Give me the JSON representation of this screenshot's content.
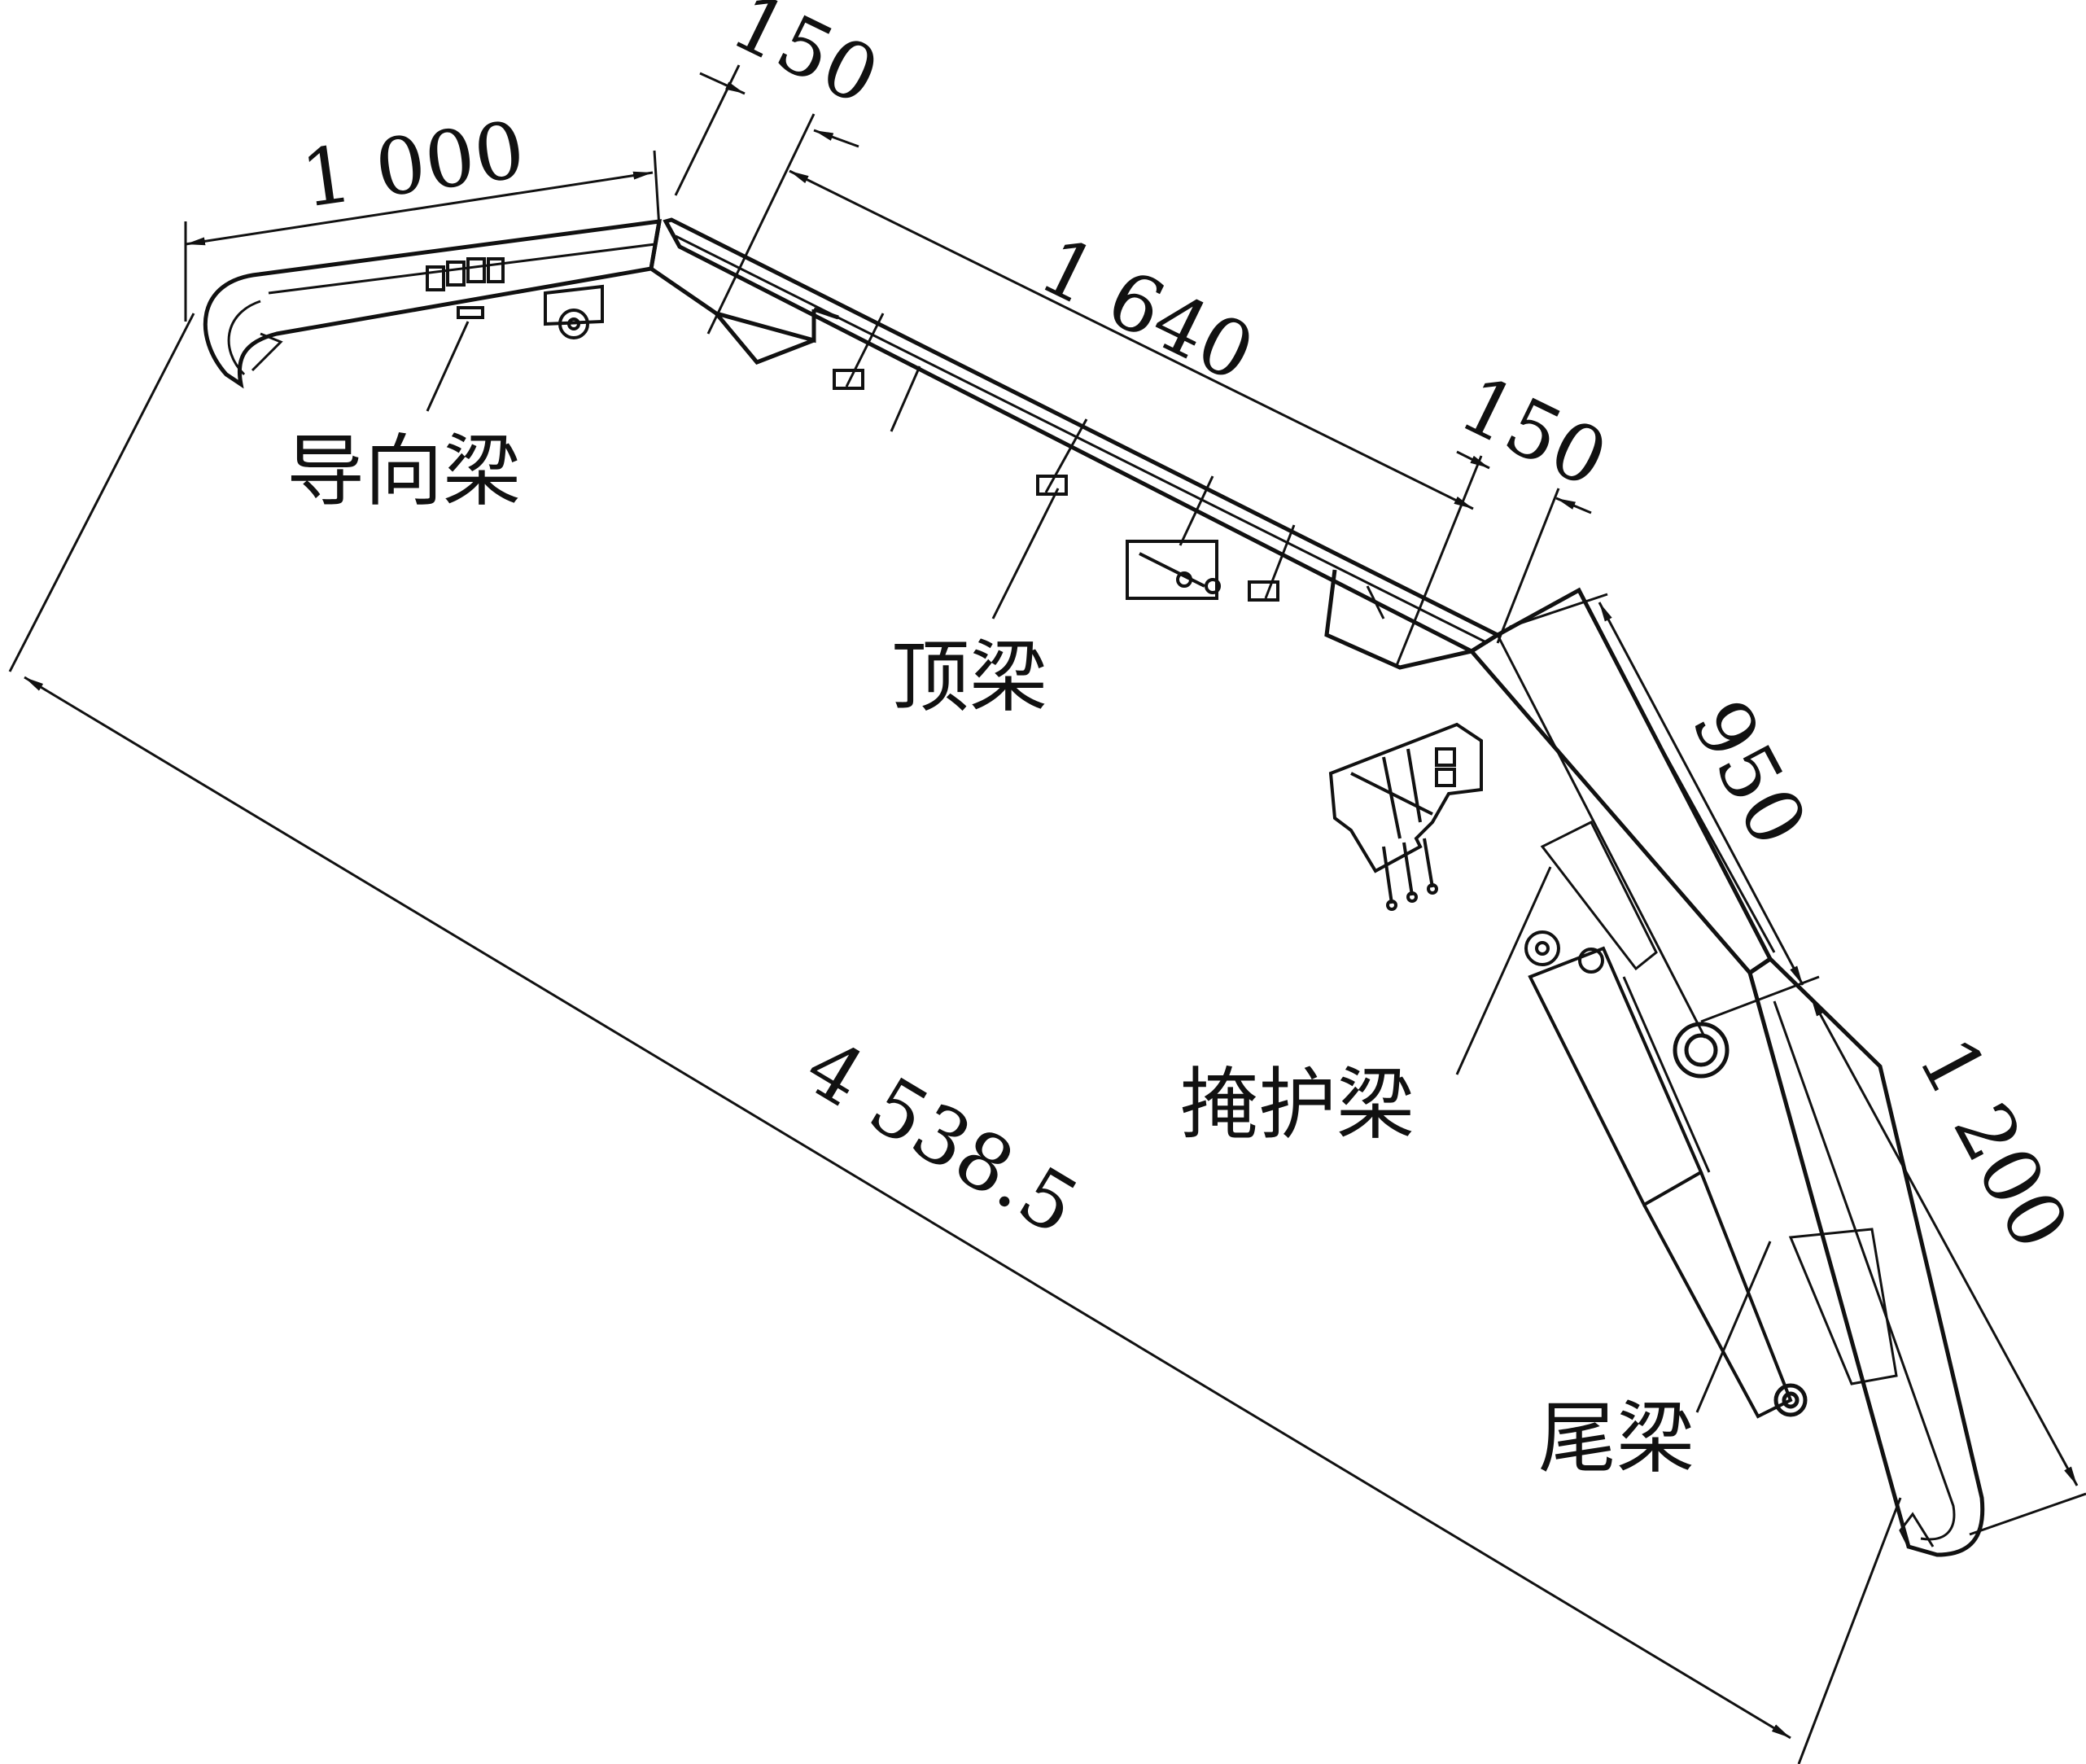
{
  "diagram": {
    "stroke_color": "#111111",
    "background": "#ffffff"
  },
  "dimensions": {
    "guide_beam_length": "1 000",
    "front_joint_150": "150",
    "top_beam_length": "1 640",
    "rear_joint_150": "150",
    "shield_beam_length": "950",
    "tail_beam_length": "1 200",
    "overall_length": "4 538.5"
  },
  "labels": {
    "guide_beam": "导向梁",
    "top_beam": "顶梁",
    "shield_beam": "掩护梁",
    "tail_beam": "尾梁"
  }
}
